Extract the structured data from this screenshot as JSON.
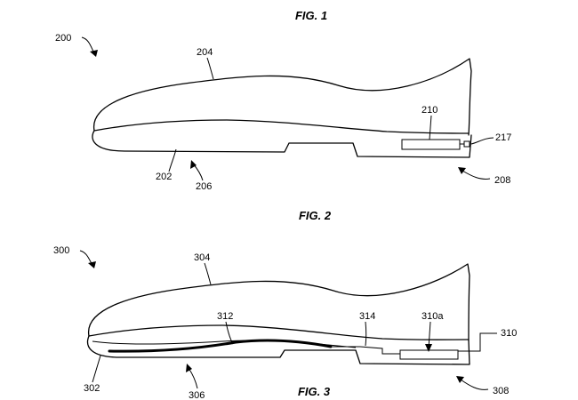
{
  "captions": {
    "fig1": "FIG. 1",
    "fig2": "FIG. 2",
    "fig3": "FIG. 3"
  },
  "fig2": {
    "ref_200": "200",
    "ref_204": "204",
    "ref_210": "210",
    "ref_217": "217",
    "ref_202": "202",
    "ref_206": "206",
    "ref_208": "208"
  },
  "fig3": {
    "ref_300": "300",
    "ref_304": "304",
    "ref_312": "312",
    "ref_314": "314",
    "ref_310a": "310a",
    "ref_310": "310",
    "ref_302": "302",
    "ref_306": "306",
    "ref_308": "308"
  }
}
